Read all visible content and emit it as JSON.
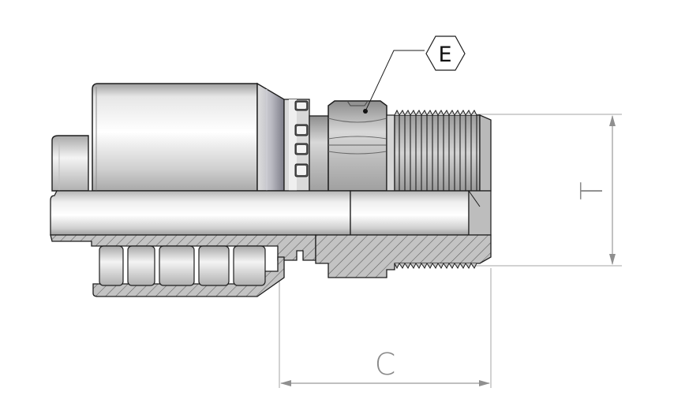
{
  "callout": {
    "label": "E"
  },
  "dimensions": {
    "length_label": "C",
    "thread_label": "T"
  },
  "colors": {
    "outline": "#1e1e1e",
    "metal_light": "#f2f2f2",
    "metal_mid": "#c9c9c9",
    "metal_dark": "#8c8c8c",
    "section_fill": "#b8b8b8",
    "hatch": "#555555",
    "dimension_line": "#9a9a9a"
  }
}
